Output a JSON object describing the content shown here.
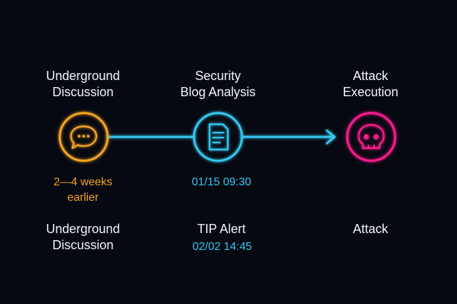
{
  "nodes": [
    {
      "title_line1": "Underground",
      "title_line2": "Discussion",
      "icon": "chat-bubble-icon",
      "color": "#f5a524",
      "time_line1": "2—4 weeks",
      "time_line2": "earlier",
      "lower_title_line1": "Underground",
      "lower_title_line2": "Discussion"
    },
    {
      "title_line1": "Security",
      "title_line2": "Blog Analysis",
      "icon": "document-icon",
      "color": "#36c8ef",
      "time_line1": "01/15 09:30",
      "lower_title_line1": "TIP Alert",
      "lower_time": "02/02 14:45"
    },
    {
      "title_line1": "Attack",
      "title_line2": "Execution",
      "icon": "skull-icon",
      "color": "#ff1f8e",
      "lower_title_line1": "Attack"
    }
  ],
  "connector_color": "#36c8ef"
}
